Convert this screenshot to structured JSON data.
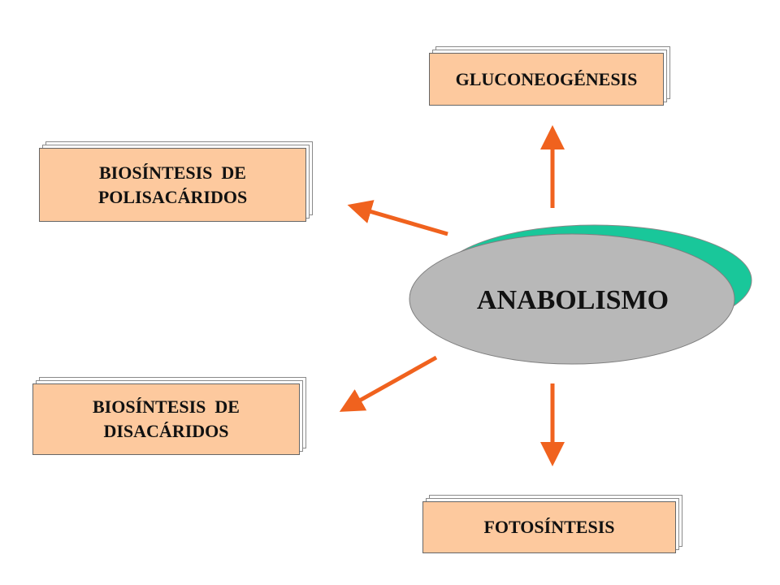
{
  "diagram": {
    "center": {
      "label": "ANABOLISMO",
      "fill_color": "#b8b8b8",
      "back_color": "#19c79a"
    },
    "nodes": {
      "gluconeogenesis": {
        "lines": [
          "GLUCONEOGÉNESIS"
        ]
      },
      "polysaccharides": {
        "lines": [
          "BIOSÍNTESIS  DE",
          "POLISACÁRIDOS"
        ]
      },
      "disaccharides": {
        "lines": [
          "BIOSÍNTESIS  DE",
          "DISACÁRIDOS"
        ]
      },
      "photosynthesis": {
        "lines": [
          "FOTOSÍNTESIS"
        ]
      }
    },
    "box_color": "#fdc99e",
    "arrow_color": "#f0621e"
  }
}
